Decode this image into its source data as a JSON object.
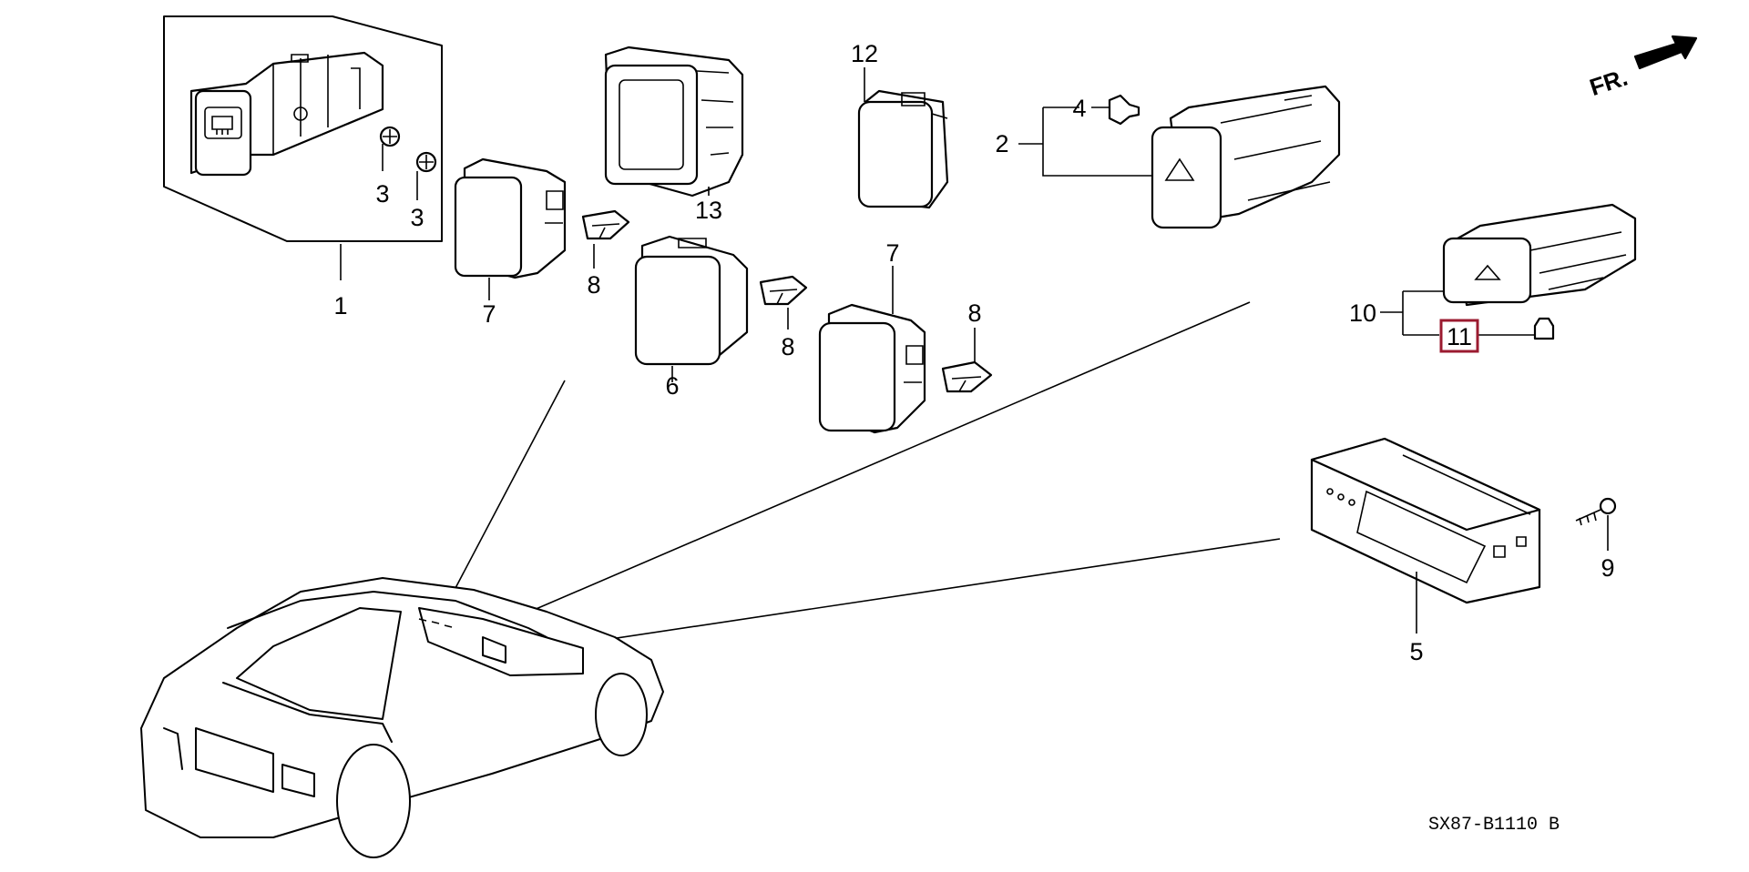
{
  "callouts": [
    {
      "id": "c1",
      "text": "1"
    },
    {
      "id": "c2",
      "text": "2"
    },
    {
      "id": "c3a",
      "text": "3"
    },
    {
      "id": "c3b",
      "text": "3"
    },
    {
      "id": "c4",
      "text": "4"
    },
    {
      "id": "c5",
      "text": "5"
    },
    {
      "id": "c6",
      "text": "6"
    },
    {
      "id": "c7a",
      "text": "7"
    },
    {
      "id": "c7b",
      "text": "7"
    },
    {
      "id": "c8a",
      "text": "8"
    },
    {
      "id": "c8b",
      "text": "8"
    },
    {
      "id": "c8c",
      "text": "8"
    },
    {
      "id": "c9",
      "text": "9"
    },
    {
      "id": "c10",
      "text": "10"
    },
    {
      "id": "c11",
      "text": "11",
      "highlighted": true
    },
    {
      "id": "c12",
      "text": "12"
    },
    {
      "id": "c13",
      "text": "13"
    }
  ],
  "direction_label": "FR.",
  "diagram_code": "SX87-B1110 B",
  "colors": {
    "line": "#000000",
    "highlight": "#9b1b30",
    "background": "#ffffff"
  }
}
